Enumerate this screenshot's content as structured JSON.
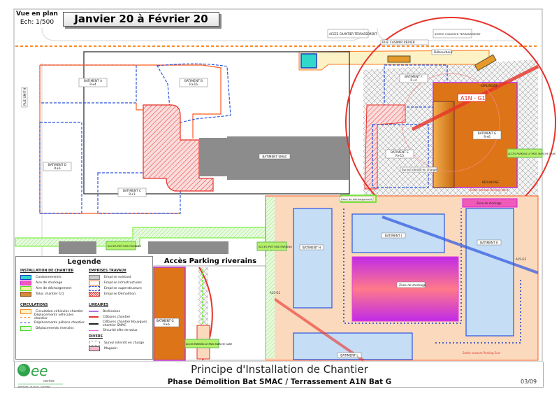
{
  "header": {
    "view_label": "Vue en plan",
    "scale_label": "Ech: 1/500",
    "period_title": "Janvier 20 à Février 20"
  },
  "plan": {
    "street_left": "RUE SMITH",
    "street_top": "RUE CASIMIR PERIER",
    "access_in": "ACCES CHANTIER TERRASSEMENT",
    "access_out": "SORTIE CHANTIER TERRASSEMENT",
    "debourbeur": "Débourbeur",
    "crane_label": "A1N - G1",
    "berlinoise": "BERLINOISE",
    "survol": "Survol interdit en charge",
    "zone_dechargement": "Zone de déchargement",
    "zone_stockage_top": "Zone de stockage",
    "zone_stockage": "Zone de stockage",
    "sortie_nord": "Sortie secours Parking Nord",
    "sortie_sud": "Sortie secours Parking Sud",
    "acces_pietons": "ACCES PIETONS PARKING",
    "acces_parking": "ACCES PARKING LE PARC MARCHE GARE",
    "crane_a15": "A15-G1",
    "crane_a15_2": "A15-G2",
    "buildings": [
      {
        "name": "BATIMENT A",
        "level": "R+4"
      },
      {
        "name": "BATIMENT B",
        "level": "R+16"
      },
      {
        "name": "BATIMENT D",
        "level": "R+6"
      },
      {
        "name": "BATIMENT C",
        "level": "R+3"
      },
      {
        "name": "BATIMENT SMAC",
        "level": ""
      },
      {
        "name": "BATIMENT F",
        "level": "R+4"
      },
      {
        "name": "BATIMENT E",
        "level": "R+15"
      },
      {
        "name": "BATIMENT G",
        "level": "R+6"
      },
      {
        "name": "BATIMENT H",
        "level": ""
      },
      {
        "name": "BATIMENT I",
        "level": ""
      },
      {
        "name": "BATIMENT K",
        "level": ""
      },
      {
        "name": "BATIMENT L",
        "level": ""
      }
    ]
  },
  "inset": {
    "title": "Accès Parking riverains",
    "building": "BATIMENT G",
    "level": "R+6",
    "parking": "ACCES PARKING LE PARC MARCHE GARE"
  },
  "legend": {
    "title": "Legende",
    "sections": {
      "installation": "INSTALLATION DE CHANTIER",
      "circulations": "CIRCULATIONS",
      "emprises": "EMPRISES TRAVAUX",
      "lineaires": "LINEAIRES",
      "divers": "DIVERS"
    },
    "installation": [
      "Cantonnements",
      "Aire de stockage",
      "Aire de déchargement",
      "Talus chantier 1/1"
    ],
    "circulations": [
      "Circulation véhicules chantier",
      "Déplacements véhicules chantier",
      "Déplacements piétons chantier",
      "Déplacements riverains"
    ],
    "emprises": [
      "Emprise existant",
      "Emprise infrastructures",
      "Emprise superstructure",
      "Emprise Démolition"
    ],
    "lineaires": [
      "Berlinoises",
      "Clôtures chantier",
      "Clôtures chantier Bouygues chantier SMAC",
      "Sécurité tête de talus"
    ],
    "divers": [
      "Survol interdit en charge",
      "Magasin"
    ]
  },
  "footer": {
    "logo_text": "ee",
    "logo_sub": "centre",
    "logo_tagline": "MÉTHODES · PILOTAGE · SYNTHÈSE",
    "title": "Principe d'Installation de Chantier",
    "subtitle": "Phase Démolition Bat SMAC / Terrassement A1N Bat G",
    "page": "03/09"
  },
  "colors": {
    "demolition": "#e8322a",
    "superstructure": "#2c55e0",
    "infrastructure": "#ff5a1f",
    "storage": "#e040e0",
    "unloading": "#66ee22",
    "existing": "#8c8c8c",
    "building_g": "#de7418",
    "light_blue": "#c5ddf5",
    "peach": "#fbd9bd"
  }
}
